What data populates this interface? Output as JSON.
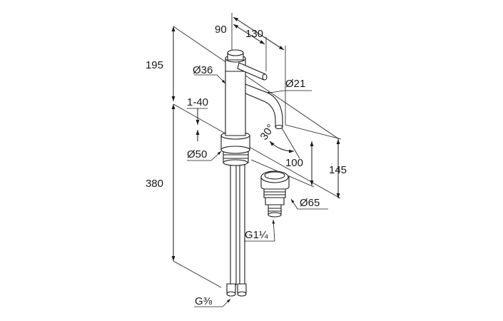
{
  "diagram": {
    "dimensions": {
      "d90": "90",
      "d130": "130",
      "d195": "195",
      "dia36": "Ø36",
      "dia21": "Ø21",
      "d1_40": "1-40",
      "angle30": "30°",
      "dia50": "Ø50",
      "d100": "100",
      "d145": "145",
      "d380": "380",
      "dia65": "Ø65",
      "g1_1_4": "G1¼",
      "g3_8": "G⅜"
    }
  }
}
